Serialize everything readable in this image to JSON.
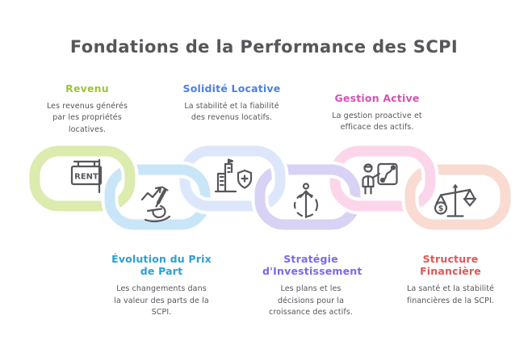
{
  "title": "Fondations de la Performance des SCPI",
  "background": "#ffffff",
  "text_color": "#56575b",
  "links": [
    {
      "heading": "Revenu",
      "heading_color": "#9fc43c",
      "description": "Les revenus générés par les propriétés locatives.",
      "label_position": "top",
      "ring_color": "#dcebae",
      "icon": "rent-sign-icon",
      "icon_text": "RENT"
    },
    {
      "heading": "Évolution du Prix de Part",
      "heading_color": "#2b9fd6",
      "description": "Les changements dans la valeur des parts de la SCPI.",
      "label_position": "bottom",
      "ring_color": "#c9e6f8",
      "icon": "microscope-trend-icon"
    },
    {
      "heading": "Solidité Locative",
      "heading_color": "#4b80e8",
      "description": "La stabilité et la fiabilité des revenus locatifs.",
      "label_position": "top",
      "ring_color": "#dde7fc",
      "icon": "building-shield-icon"
    },
    {
      "heading": "Stratégie d'Investissement",
      "heading_color": "#7a68ef",
      "description": "Les plans et les décisions pour la croissance des actifs.",
      "label_position": "bottom",
      "ring_color": "#d8d2f4",
      "icon": "growth-arrow-icon"
    },
    {
      "heading": "Gestion Active",
      "heading_color": "#d651b2",
      "description": "La gestion proactive et efficace des actifs.",
      "label_position": "top",
      "ring_color": "#fbd6ea",
      "icon": "presenter-board-icon"
    },
    {
      "heading": "Structure Financière",
      "heading_color": "#e15656",
      "description": "La santé et la stabilité financières de la SCPI.",
      "label_position": "bottom",
      "ring_color": "#f9dbd1",
      "icon": "balance-scale-icon",
      "icon_text": "$"
    }
  ]
}
